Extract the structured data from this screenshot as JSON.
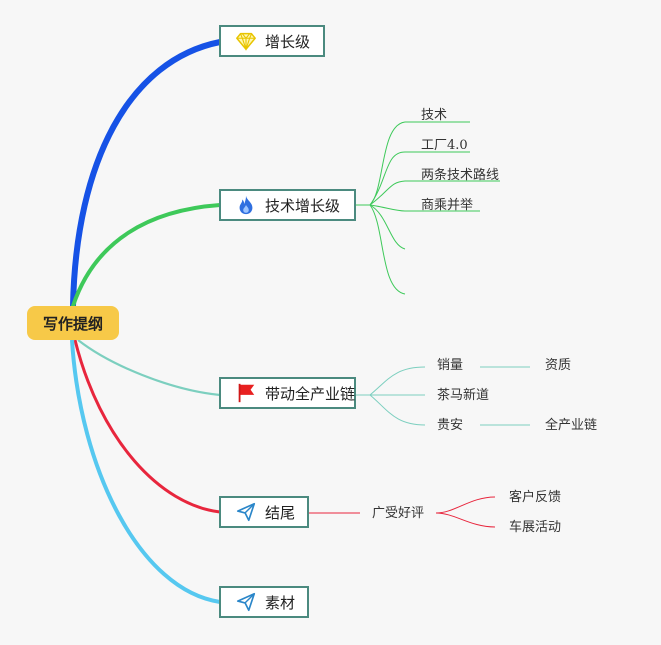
{
  "root": {
    "label": "写作提纲"
  },
  "branches": [
    {
      "label": "增长级",
      "icon": "diamond-icon"
    },
    {
      "label": "技术增长级",
      "icon": "fire-icon"
    },
    {
      "label": "带动全产业链",
      "icon": "red-flag-icon"
    },
    {
      "label": "结尾",
      "icon": "paper-plane-icon"
    },
    {
      "label": "素材",
      "icon": "paper-plane-icon"
    }
  ],
  "tech": [
    "技术",
    "工厂4.0",
    "两条技术路线",
    "商乘并举"
  ],
  "industry": {
    "sales": "销量",
    "qualification": "资质",
    "tea_horse": "茶马新道",
    "guian": "贵安",
    "full_chain": "全产业链"
  },
  "ending": {
    "praise": "广受好评",
    "feedback": "客户反馈",
    "car_show": "车展活动"
  },
  "colors": {
    "blue": "#1652e6",
    "green": "#3ec95a",
    "teal": "#7ccfbf",
    "red": "#e8263d",
    "lightblue": "#56c8f0",
    "root_fill": "#f7c948",
    "node_border": "#4b8a7f"
  }
}
